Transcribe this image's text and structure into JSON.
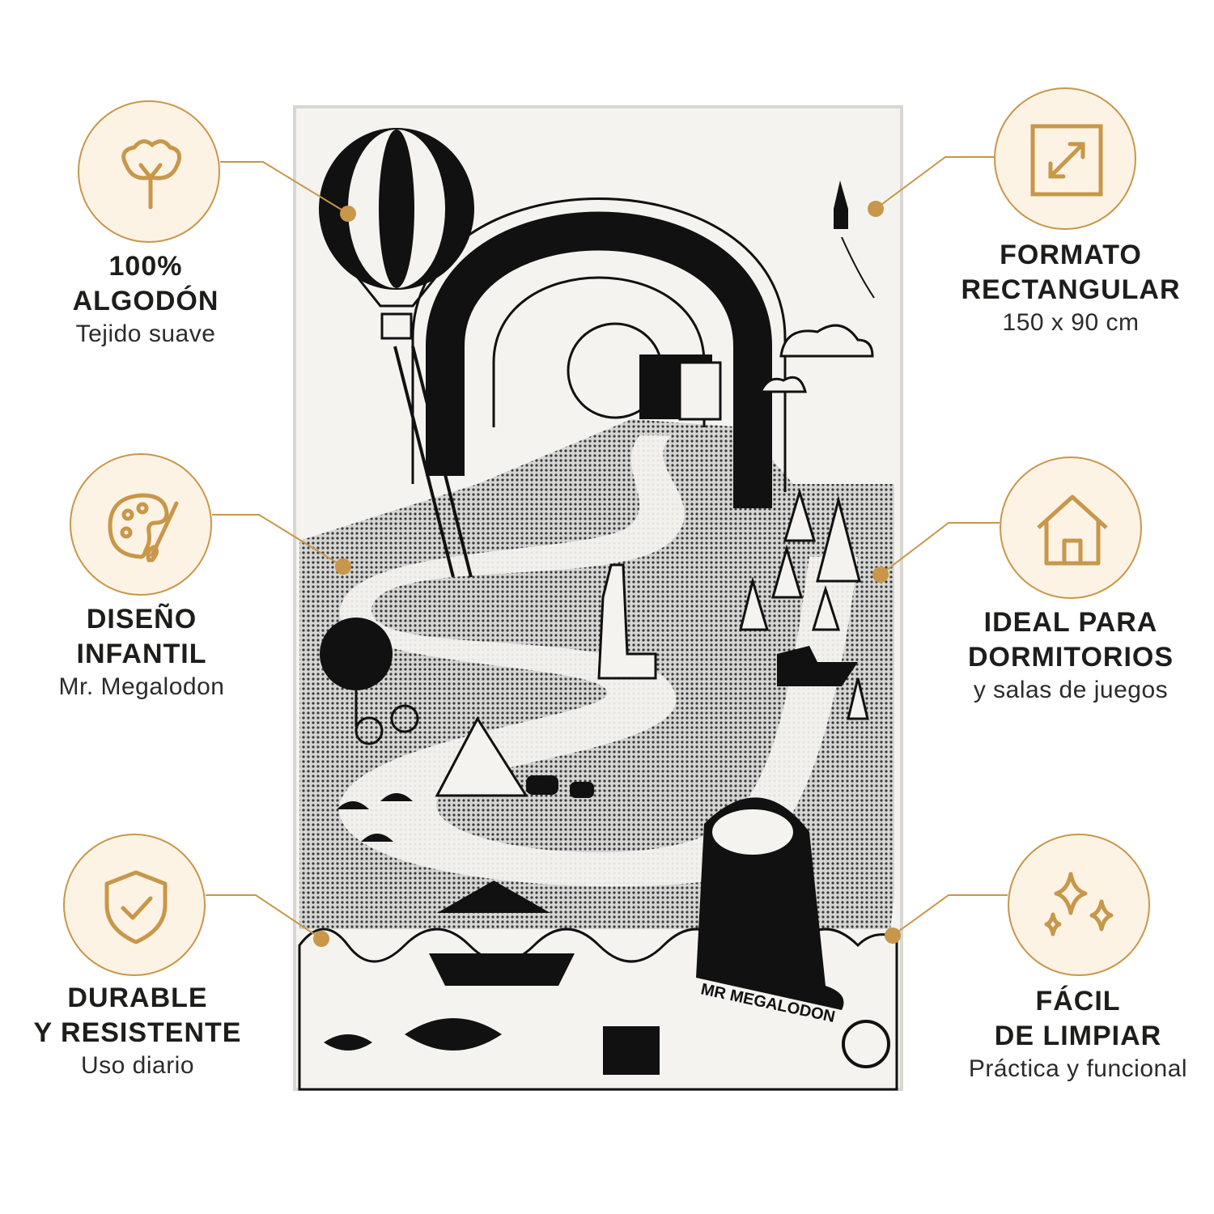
{
  "accent_color": "#c8974a",
  "circle_fill": "#fdf3e5",
  "features": [
    {
      "icon": "cotton-icon",
      "title_lines": [
        "100%",
        "ALGODÓN"
      ],
      "subtitle": "Tejido suave"
    },
    {
      "icon": "palette-icon",
      "title_lines": [
        "DISEÑO",
        "INFANTIL"
      ],
      "subtitle": "Mr. Megalodon"
    },
    {
      "icon": "shield-check-icon",
      "title_lines": [
        "DURABLE",
        "Y RESISTENTE"
      ],
      "subtitle": "Uso diario"
    },
    {
      "icon": "resize-icon",
      "title_lines": [
        "FORMATO",
        "RECTANGULAR"
      ],
      "subtitle": "150 x 90 cm"
    },
    {
      "icon": "house-icon",
      "title_lines": [
        "IDEAL PARA",
        "DORMITORIOS"
      ],
      "subtitle": "y salas de juegos"
    },
    {
      "icon": "sparkles-icon",
      "title_lines": [
        "FÁCIL",
        "DE LIMPIAR"
      ],
      "subtitle": "Práctica y funcional"
    }
  ],
  "rug": {
    "brand_text": "MR MEGALODON"
  }
}
